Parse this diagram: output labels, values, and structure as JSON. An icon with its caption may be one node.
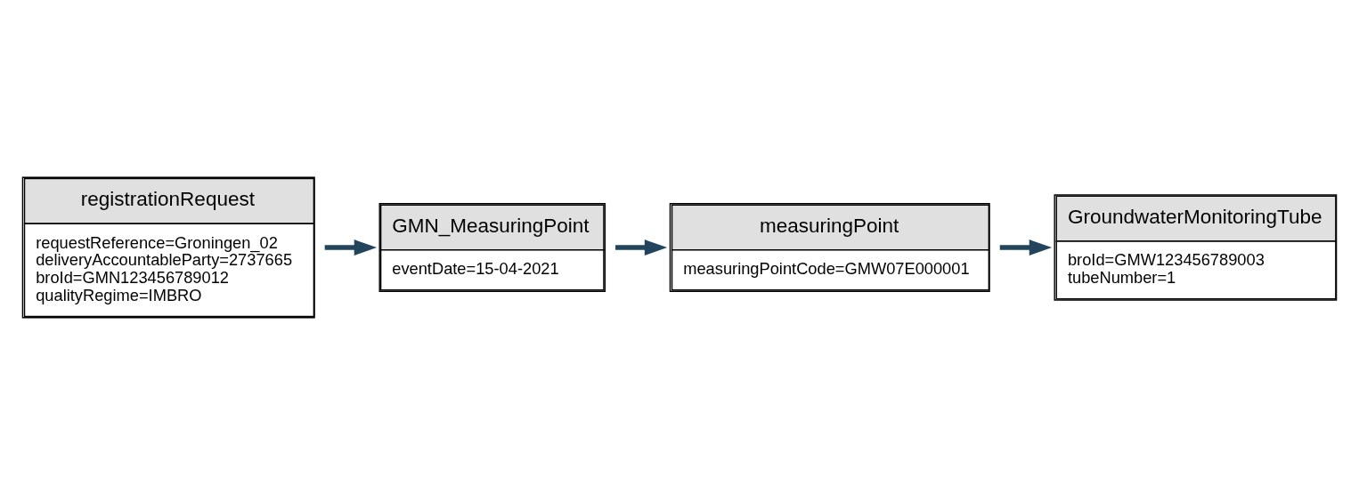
{
  "diagram": {
    "nodes": [
      {
        "text": [
          "registrationRequest",
          "requestReference=Groningen_02",
          "deliveryAccountableParty=2737665",
          "broId=GMN123456789012",
          "qualityRegime=IMBRO"
        ]
      },
      {
        "text": [
          "GMN_MeasuringPoint",
          "eventDate=15-04-2021"
        ]
      },
      {
        "text": [
          "measuringPoint",
          "measuringPointCode=GMW07E000001"
        ]
      },
      {
        "text": [
          "GroundwaterMonitoringTube",
          "broId=GMW123456789003",
          "tubeNumber=1"
        ]
      }
    ],
    "edges": [
      {
        "from": 0,
        "to": 1,
        "arrow": "to"
      },
      {
        "from": 1,
        "to": 2,
        "arrow": "to"
      },
      {
        "from": 2,
        "to": 3,
        "arrow": "to"
      }
    ]
  }
}
